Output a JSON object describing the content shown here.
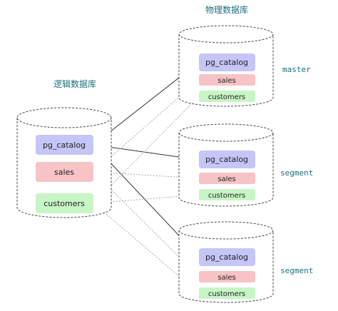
{
  "titles": {
    "physical": "物理数据库",
    "logical": "逻辑数据库"
  },
  "logical": {
    "boxes": {
      "catalog": "pg_catalog",
      "sales": "sales",
      "customers": "customers"
    }
  },
  "physical": [
    {
      "role": "master",
      "catalog": "pg_catalog",
      "sales": "sales",
      "customers": "customers"
    },
    {
      "role": "segment",
      "catalog": "pg_catalog",
      "sales": "sales",
      "customers": "customers"
    },
    {
      "role": "segment",
      "catalog": "pg_catalog",
      "sales": "sales",
      "customers": "customers"
    }
  ],
  "colors": {
    "catalog": "#c5c5f7",
    "sales": "#f8c3c6",
    "customers": "#c8f5c5",
    "cylinder_stroke": "#444444",
    "label": "#1d6f7d"
  }
}
